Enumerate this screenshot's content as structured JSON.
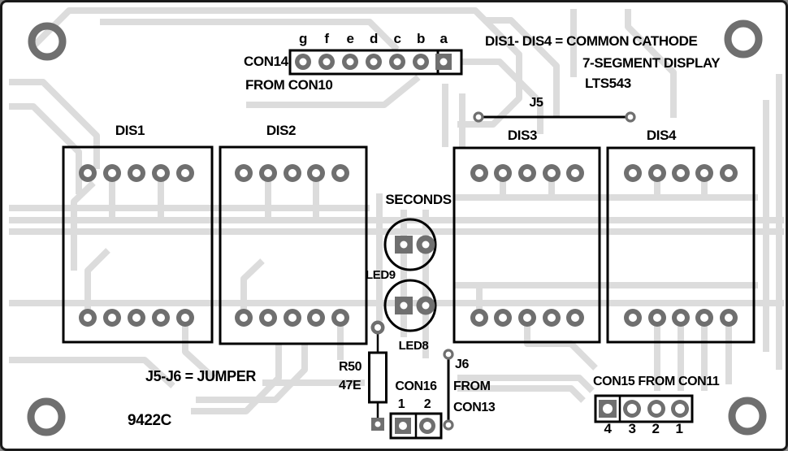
{
  "notes": {
    "cathode_line1": "DIS1- DIS4 = COMMON CATHODE",
    "cathode_line2": "7-SEGMENT DISPLAY",
    "cathode_line3": "LTS543",
    "jumper_note": "J5-J6 = JUMPER",
    "board_code": "9422C"
  },
  "con14": {
    "label": "CON14",
    "source": "FROM CON10",
    "pin_labels": [
      "g",
      "f",
      "e",
      "d",
      "c",
      "b",
      "a"
    ]
  },
  "displays": [
    {
      "label": "DIS1"
    },
    {
      "label": "DIS2"
    },
    {
      "label": "DIS3"
    },
    {
      "label": "DIS4"
    }
  ],
  "jumpers": {
    "j5_label": "J5",
    "j6_label": "J6",
    "j6_source_line1": "FROM",
    "j6_source_line2": "CON13"
  },
  "seconds": {
    "label": "SECONDS",
    "led9_label": "LED9",
    "led8_label": "LED8"
  },
  "resistor": {
    "label": "R50",
    "value": "47E"
  },
  "con16": {
    "label": "CON16",
    "pin_labels": [
      "1",
      "2"
    ]
  },
  "con15": {
    "label": "CON15 FROM CON11",
    "pin_labels": [
      "4",
      "3",
      "2",
      "1"
    ]
  },
  "colors": {
    "trace": "#dcdcdc",
    "pad": "#6f6f6f",
    "silkscreen": "#000000",
    "background": "#ffffff"
  }
}
